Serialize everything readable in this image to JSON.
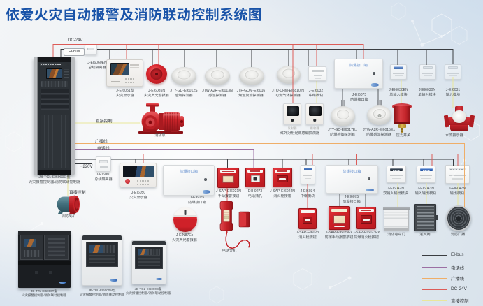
{
  "title": {
    "text": "依爱火灾自动报警及消防联动控制系统图"
  },
  "colors": {
    "ei_bus": "#3a3d41",
    "phone_line": "#9c6fa3",
    "broadcast_line": "#efae68",
    "dc24v_line": "#dd5c58",
    "direct_line": "#e9e79b",
    "title_blue": "#1953a8",
    "device_red": "#d22329",
    "label_gray": "#474c50"
  },
  "bus_labels": {
    "dc24v": "DC-24V",
    "ei_bus": "EI-bus",
    "v220": "~220V",
    "direct_pump": "直接控制",
    "direct_fan": "直接控制",
    "broadcast": "广播线",
    "phone": "电话线"
  },
  "legend": {
    "items": [
      {
        "label": "EI-bus",
        "color": "#3a3d41"
      },
      {
        "label": "电话线",
        "color": "#9c6fa3"
      },
      {
        "label": "广播线",
        "color": "#efae68"
      },
      {
        "label": "DC-24V",
        "color": "#dd5c58"
      },
      {
        "label": "直接控制",
        "color": "#e9e79b"
      }
    ]
  },
  "devices": {
    "iso_top": {
      "model": "J-EI6060EN",
      "name": "总线隔离器"
    },
    "panel6051": {
      "model": "J-EI6051型",
      "name": "火灾显示盘"
    },
    "sounder6085": {
      "model": "J-EI6085N",
      "name": "火灾声光警报器"
    },
    "smoke6012": {
      "model": "JTY-GD-EI6012S",
      "name": "感烟探测器"
    },
    "heat6013": {
      "model": "JTW-A2R-EI6013N",
      "name": "感温探测器"
    },
    "combo6016": {
      "model": "JTF-GOM-EI6016",
      "name": "烟温复合探测器"
    },
    "gas6810": {
      "model": "JTQ-CHM-EI6810/N",
      "name": "可燃气体探测器"
    },
    "relay6032": {
      "model": "J-EI6032",
      "name": "中继模块"
    },
    "box6075a": {
      "model": "J-EI6075",
      "name": "防爆接口箱",
      "face": "防爆接口箱"
    },
    "mod6030en": {
      "model": "J-EI6030EN",
      "name": "单输入模块"
    },
    "mod6030n": {
      "model": "J-EI6030N",
      "name": "单输入模块"
    },
    "mod6031": {
      "model": "J-EI6031",
      "name": "输入模块"
    },
    "infrared": {
      "name": "红外对射光束感烟探测器",
      "tx": "发射器",
      "rx": "接收器"
    },
    "ex_smoke": {
      "model": "JTY-GD-EI6017Ex",
      "name": "防爆感烟探测器"
    },
    "ex_heat": {
      "model": "JTW-A2R-EI6015Ex",
      "name": "防爆感温探测器"
    },
    "pressure": {
      "name": "压力开关"
    },
    "waterflow": {
      "name": "水流指示器"
    },
    "pump": {
      "name": "消防泵"
    },
    "cabinet": {
      "model": "JB-TGL-EI6000G型",
      "name": "火灾报警控制器/消防联动控制器"
    },
    "fan": {
      "name": "消防风机"
    },
    "iso_mid": {
      "model": "J-EI6060",
      "name": "总线隔离器"
    },
    "panel6050": {
      "model": "J-EI6050",
      "name": "火灾显示盘"
    },
    "box6075b": {
      "model": "J-EI6075",
      "name": "防爆接口箱",
      "face": "防爆接口箱"
    },
    "sounder_ex": {
      "model": "J-EIN87Ex",
      "name": "火灾声光警报器"
    },
    "mcp6021": {
      "model": "J-SAP-EI6021N",
      "name": "手动报警按钮"
    },
    "jack9273": {
      "model": "DH-9273",
      "name": "电话插孔"
    },
    "hyd6024": {
      "model": "J-SAP-EI6024N",
      "name": "消火栓按钮"
    },
    "relay6034": {
      "model": "J-EI6034",
      "name": "中继模块"
    },
    "box6075c": {
      "model": "J-EI6075",
      "name": "防爆接口箱",
      "face": "防爆接口箱"
    },
    "mod6042": {
      "model": "J-EI6042N",
      "name": "双输入输出模块"
    },
    "mod6043": {
      "model": "J-EI6043N",
      "name": "输入输出模块"
    },
    "mod6047": {
      "model": "J-EI6047N",
      "name": "输出模块"
    },
    "phone_ext": {
      "name": "电话分机"
    },
    "hyd6023": {
      "model": "J-SAP-EI6023",
      "name": "消火栓按钮"
    },
    "mcp6025ex": {
      "model": "J-SAP-EI6025Ex",
      "name": "防爆手动报警按钮"
    },
    "hyd6023ex": {
      "model": "J-SAP-EI6023Ex",
      "name": "防爆消火栓按钮"
    },
    "shutter": {
      "name": "消防卷帘门"
    },
    "valve": {
      "name": "送风阀"
    },
    "speaker": {
      "name": "消防广播"
    },
    "ctrl_t": {
      "model": "JB-TTL-EI6000T型",
      "name": "火灾报警控制器/消防联动控制器"
    },
    "ctrl_m": {
      "model": "JB-TBL-EI6000M型",
      "name": "火灾报警控制器/消防联动控制器"
    },
    "ctrl_b": {
      "model": "JB-TGL-EI6000B型",
      "name": "火灾报警控制器/消防联动控制器"
    }
  }
}
